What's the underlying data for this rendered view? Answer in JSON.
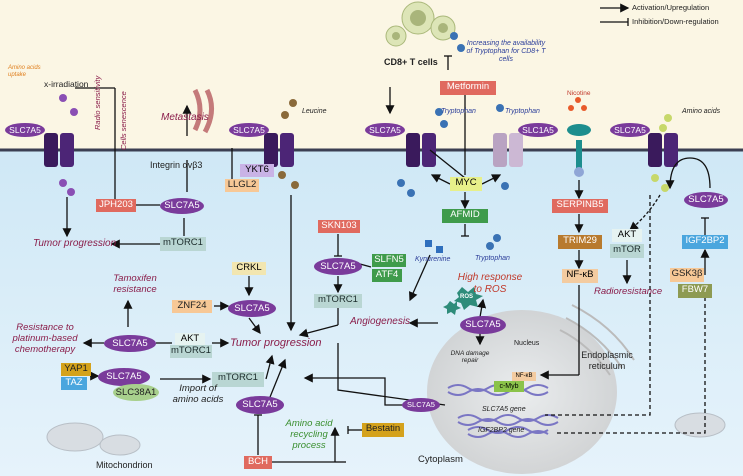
{
  "legend": {
    "activation": "Activation/Upregulation",
    "inhibition": "Inhibition/Down-regulation"
  },
  "top": {
    "cd8": "CD8+ T cells",
    "tryptophan_note": "Increasing the availability of Tryptophan for CD8+ T cells",
    "metformin": "Metformin",
    "tryptophan1": "Tryptophan",
    "tryptophan2": "Tryptophan",
    "tryptophan3": "Tryptophan",
    "nicotine": "Nicotine",
    "amino_acids": "Amino acids",
    "leucine": "Leucine",
    "amino_uptake": "Amino acids uptake",
    "x_irradiation": "x-irradiation",
    "radio_sens": "Radio sensitivity",
    "senescence": "Cells senescence",
    "metastasis": "Metastasis",
    "integrin": "Integrin αvβ3"
  },
  "transporters": {
    "slc7a5": "SLC7A5",
    "slc1a5": "SLC1A5"
  },
  "nodes": {
    "jph203": "JPH203",
    "mtorc1": "mTORC1",
    "yk6": "YKT6",
    "llgl2": "LLGL2",
    "myc": "MYC",
    "afmid": "AFMID",
    "kynurenine": "Kynurenine",
    "serpinb5": "SERPINB5",
    "trim29": "TRIM29",
    "nfkb": "NF-κB",
    "akt": "AKT",
    "mtor": "mTOR",
    "igf2bp2": "IGF2BP2",
    "gsk3b": "GSK3β",
    "fbw7": "FBW7",
    "skn103": "SKN103",
    "slfn5": "SLFN5",
    "atf4": "ATF4",
    "crkl": "CRKL",
    "znf24": "ZNF24",
    "yap1": "YAP1",
    "taz": "TAZ",
    "slc38a1": "SLC38A1",
    "bch": "BCH",
    "bestatin": "Bestatin",
    "ros": "ROS"
  },
  "labels": {
    "tumor_progression": "Tumor progression",
    "tamoxifen": "Tamoxifen resistance",
    "platinum": "Resistance to platinum-based chemotherapy",
    "import": "Import of amino acids",
    "angiogenesis": "Angiogenesis",
    "high_response": "High response to ROS",
    "radioresistance": "Radioresistance",
    "nucleus": "Nucleus",
    "dna_repair": "DNA damage repair",
    "cmyb": "c-Myb",
    "slc7a5_gene": "SLC7A5 gene",
    "igf2bp2_gene": "IGF2BP2 gene",
    "er": "Endoplasmic reticulum",
    "recycling": "Amino acid recycling process",
    "cytoplasm": "Cytoplasm",
    "mito": "Mitochondrion"
  }
}
